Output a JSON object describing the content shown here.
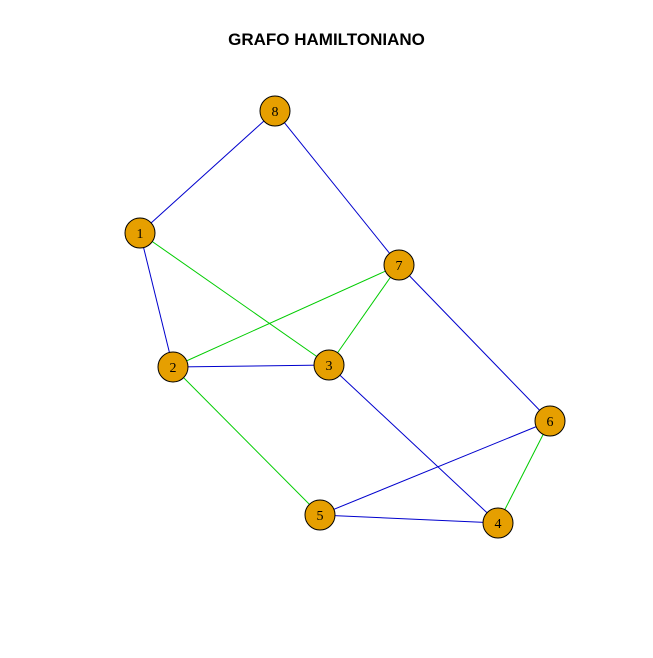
{
  "title": "GRAFO HAMILTONIANO",
  "colors": {
    "node_fill": "#E69F00",
    "node_stroke": "#000000",
    "cycle_edge": "#0000CD",
    "other_edge": "#00CC00",
    "background": "#FFFFFF"
  },
  "graph": {
    "nodes": [
      {
        "id": "1",
        "label": "1"
      },
      {
        "id": "2",
        "label": "2"
      },
      {
        "id": "3",
        "label": "3"
      },
      {
        "id": "4",
        "label": "4"
      },
      {
        "id": "5",
        "label": "5"
      },
      {
        "id": "6",
        "label": "6"
      },
      {
        "id": "7",
        "label": "7"
      },
      {
        "id": "8",
        "label": "8"
      }
    ],
    "edges": [
      {
        "from": "8",
        "to": "1",
        "type": "cycle"
      },
      {
        "from": "1",
        "to": "2",
        "type": "cycle"
      },
      {
        "from": "2",
        "to": "3",
        "type": "cycle"
      },
      {
        "from": "3",
        "to": "4",
        "type": "cycle"
      },
      {
        "from": "4",
        "to": "5",
        "type": "cycle"
      },
      {
        "from": "5",
        "to": "6",
        "type": "cycle"
      },
      {
        "from": "6",
        "to": "7",
        "type": "cycle"
      },
      {
        "from": "7",
        "to": "8",
        "type": "cycle"
      },
      {
        "from": "1",
        "to": "3",
        "type": "other"
      },
      {
        "from": "2",
        "to": "7",
        "type": "other"
      },
      {
        "from": "3",
        "to": "7",
        "type": "other"
      },
      {
        "from": "2",
        "to": "5",
        "type": "other"
      },
      {
        "from": "4",
        "to": "6",
        "type": "other"
      }
    ]
  }
}
